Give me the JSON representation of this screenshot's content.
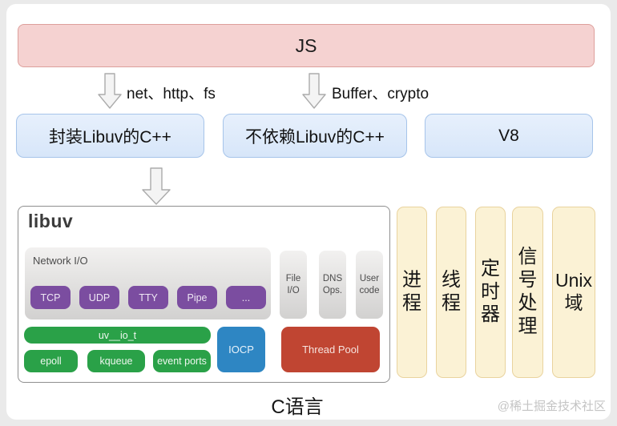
{
  "colors": {
    "page_bg": "#eaeaea",
    "card_bg": "#ffffff",
    "js_fill": "#f5d2d1",
    "js_border": "#dd9f9b",
    "blue_fill": "#dce9fa",
    "blue_border": "#a6c4ea",
    "purple_chip": "#7b4da0",
    "green": "#2aa148",
    "iocp_blue": "#2e86c3",
    "thread_red": "#c04532",
    "yellow_fill": "#fbf2d5",
    "yellow_border": "#e9d39e",
    "gray_gradient_top": "#f2f1f0",
    "gray_gradient_bottom": "#d2d1d0"
  },
  "top": {
    "js_label": "JS"
  },
  "flows": {
    "left_label": "net、http、fs",
    "right_label": "Buffer、crypto"
  },
  "layer2": {
    "box1": "封装Libuv的C++",
    "box2": "不依赖Libuv的C++",
    "box3": "V8"
  },
  "libuv": {
    "title": "libuv",
    "network": {
      "label": "Network I/O",
      "items": [
        "TCP",
        "UDP",
        "TTY",
        "Pipe",
        "..."
      ]
    },
    "side": [
      {
        "l1": "File",
        "l2": "I/O"
      },
      {
        "l1": "DNS",
        "l2": "Ops."
      },
      {
        "l1": "User",
        "l2": "code"
      }
    ],
    "uv_io": "uv__io_t",
    "pollers": [
      "epoll",
      "kqueue",
      "event ports"
    ],
    "iocp": "IOCP",
    "thread_pool": "Thread Pool"
  },
  "right_bars": [
    {
      "label": "进程"
    },
    {
      "label": "线程"
    },
    {
      "label": "定时器"
    },
    {
      "label": "信号处理"
    },
    {
      "label": "Unix域"
    }
  ],
  "bottom": {
    "c_label": "C语言",
    "watermark": "@稀土掘金技术社区"
  }
}
